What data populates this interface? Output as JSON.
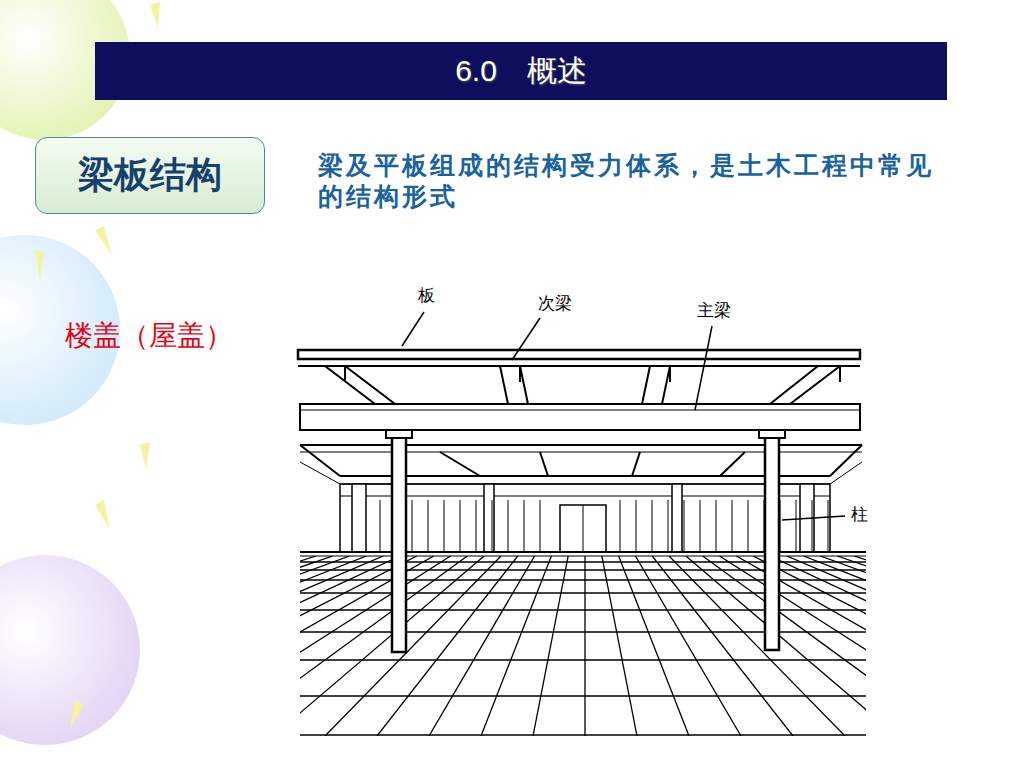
{
  "diagram": {
    "title": "6.0　概述",
    "nodes": [
      {
        "text": [
          "梁板结构"
        ]
      }
    ],
    "labels": [
      "梁及平板组成的结构受力体系，是土木工程中常见的结构形式",
      "楼盖（屋盖）",
      "板",
      "次梁",
      "主梁",
      "柱"
    ]
  }
}
